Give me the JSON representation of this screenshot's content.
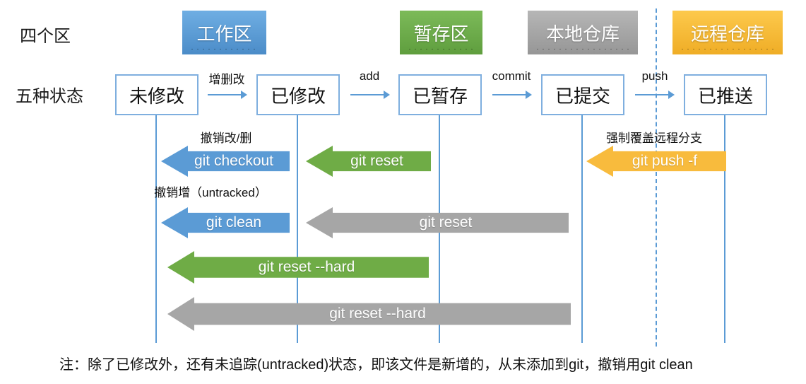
{
  "titles": {
    "zones": "四个区",
    "states": "五种状态"
  },
  "zones": [
    {
      "label": "工作区",
      "color": "#5B9BD5"
    },
    {
      "label": "暂存区",
      "color": "#70AD47"
    },
    {
      "label": "本地仓库",
      "color": "#A6A6A6"
    },
    {
      "label": "远程仓库",
      "color": "#FFC000"
    }
  ],
  "states": [
    {
      "label": "未修改"
    },
    {
      "label": "已修改"
    },
    {
      "label": "已暂存"
    },
    {
      "label": "已提交"
    },
    {
      "label": "已推送"
    }
  ],
  "transitions": [
    {
      "label": "增删改"
    },
    {
      "label": "add"
    },
    {
      "label": "commit"
    },
    {
      "label": "push"
    }
  ],
  "commands": [
    {
      "label": "git checkout",
      "annotation": "撤销改/删",
      "color": "#5B9BD5"
    },
    {
      "label": "git reset",
      "annotation": "",
      "color": "#70AD47"
    },
    {
      "label": "git push -f",
      "annotation": "强制覆盖远程分支",
      "color": "#FFC000"
    },
    {
      "label": "git clean",
      "annotation": "撤销增（untracked）",
      "color": "#5B9BD5"
    },
    {
      "label": "git reset",
      "annotation": "",
      "color": "#A6A6A6"
    },
    {
      "label": "git reset --hard",
      "annotation": "",
      "color": "#70AD47"
    },
    {
      "label": "git reset --hard",
      "annotation": "",
      "color": "#A6A6A6"
    }
  ],
  "note": "注：除了已修改外，还有未追踪(untracked)状态，即该文件是新增的，从未添加到git，撤销用git clean"
}
